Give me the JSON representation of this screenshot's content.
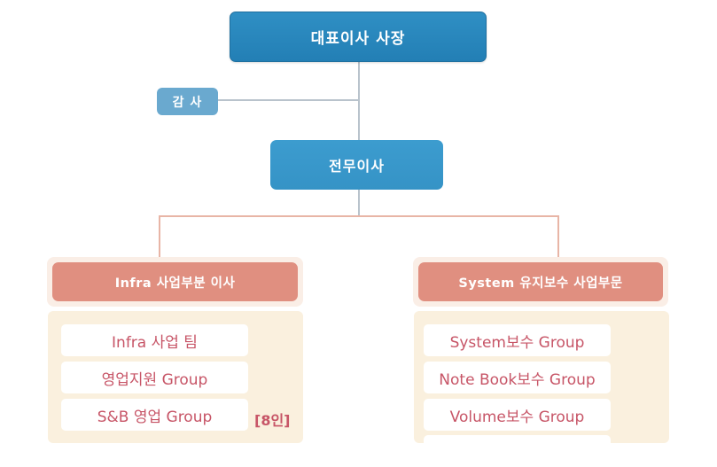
{
  "chart": {
    "ceo": "대표이사 사장",
    "auditor": "감 사",
    "executive": "전무이사",
    "divisions": [
      {
        "name": "Infra 사업부분 이사",
        "teams": [
          "Infra 사업 팀",
          "영업지원 Group",
          "S&B 영업 Group"
        ],
        "headcount": "[8인]"
      },
      {
        "name": "System 유지보수 사업부문",
        "teams": [
          "System보수 Group",
          "Note Book보수 Group",
          "Volume보수 Group",
          ""
        ]
      }
    ]
  },
  "colors": {
    "top_box": "#2f8fc4",
    "auditor_box": "#6aa9cf",
    "exec_box": "#3c9ccf",
    "division_header": "#e08f80",
    "panel_bg": "#faf0de",
    "team_text": "#c75567",
    "gray_line": "#b9c3cc",
    "salmon_line": "#e8b5a6"
  }
}
